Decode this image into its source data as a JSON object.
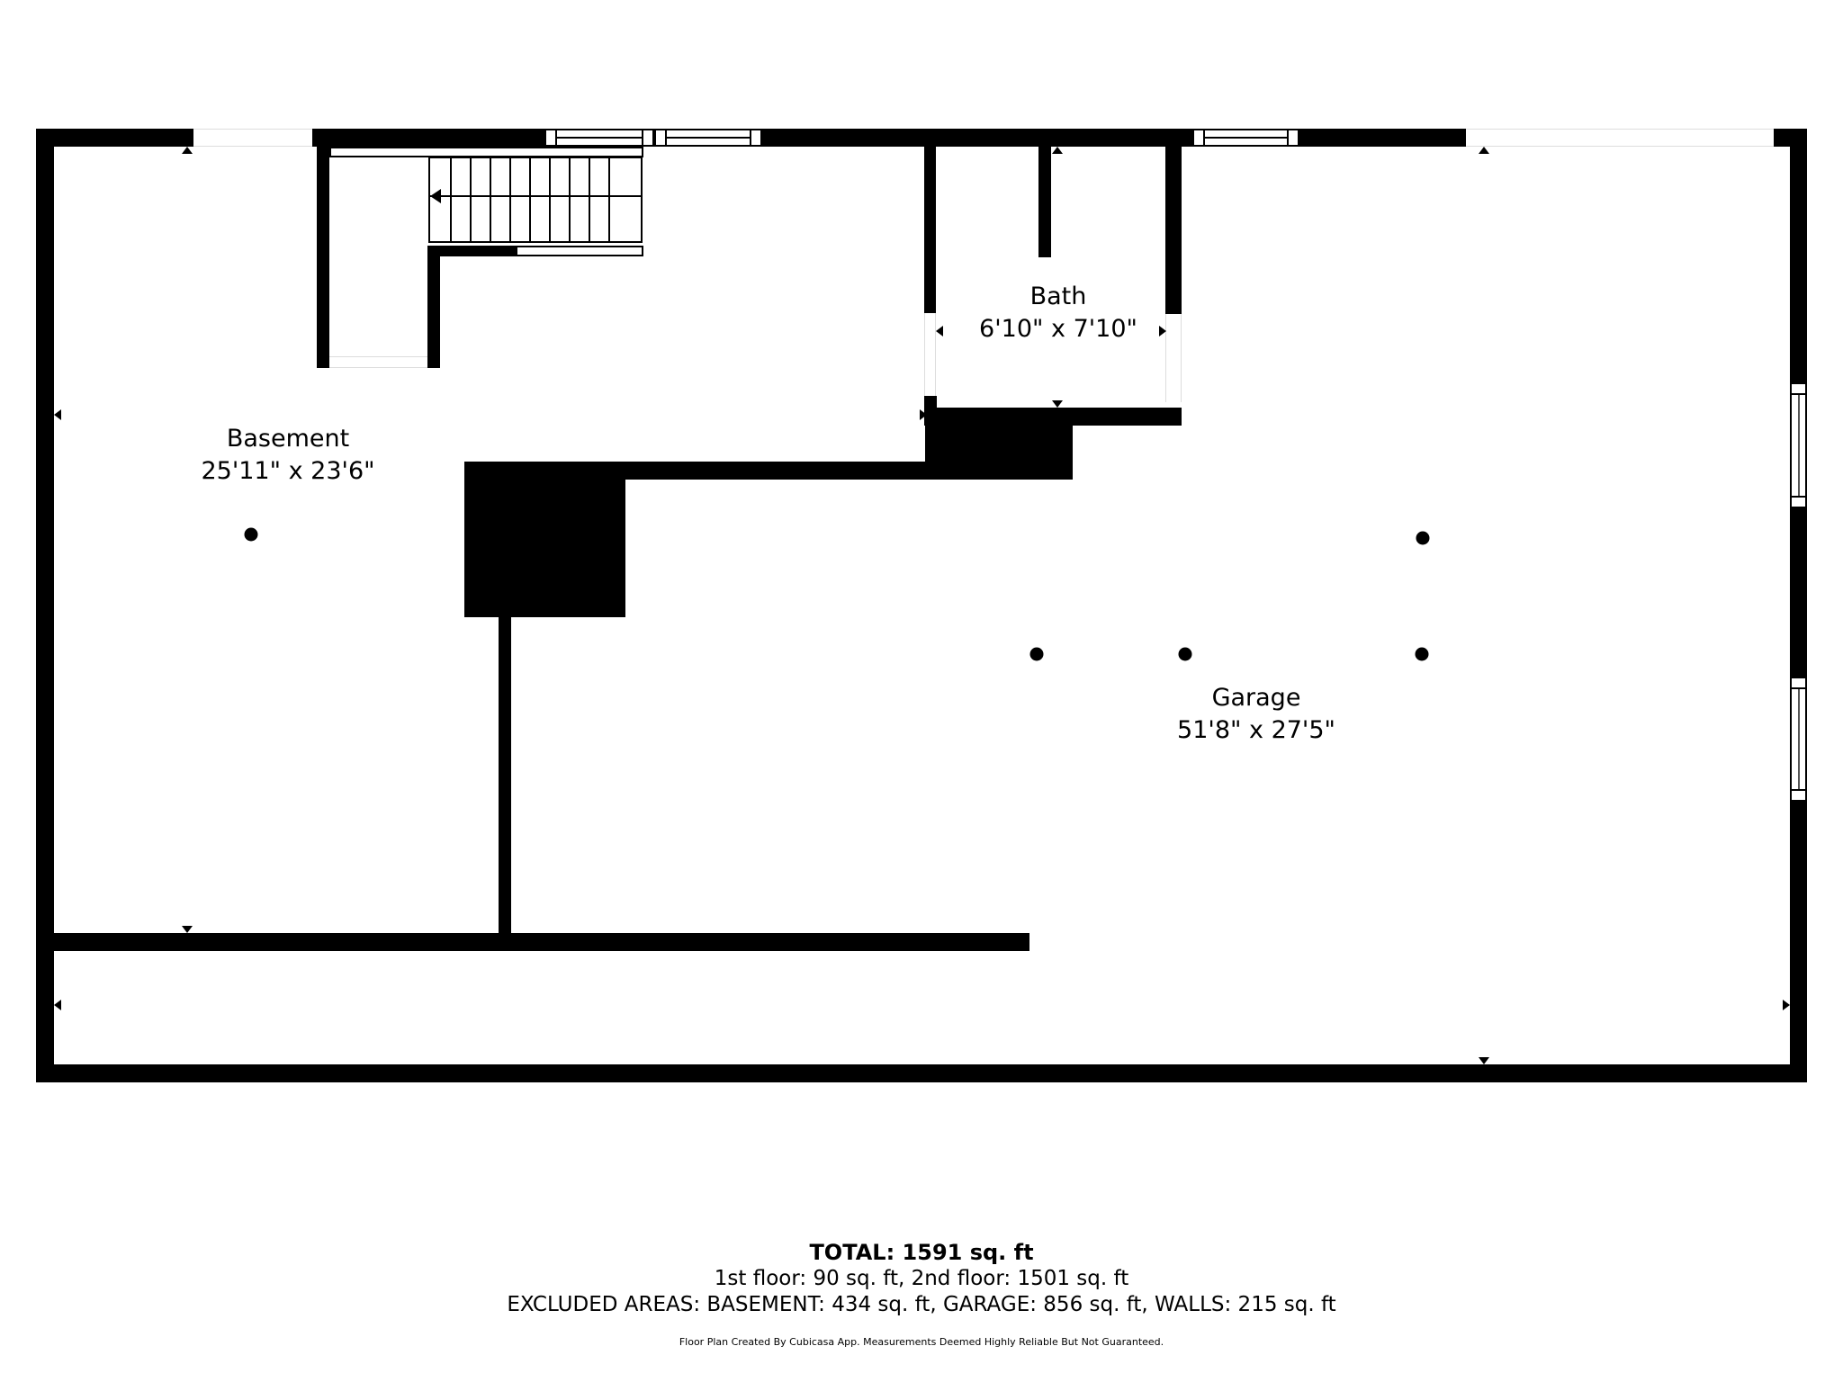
{
  "floor_plan": {
    "rooms": [
      {
        "name": "Basement",
        "dimensions": "25'11\" x 23'6\""
      },
      {
        "name": "Bath",
        "dimensions": "6'10\" x 7'10\""
      },
      {
        "name": "Garage",
        "dimensions": "51'8\" x 27'5\""
      }
    ],
    "stairs": {
      "direction": "left"
    }
  },
  "footer": {
    "total": "TOTAL: 1591 sq. ft",
    "floors": "1st floor: 90 sq. ft, 2nd floor: 1501 sq. ft",
    "excluded": "EXCLUDED AREAS: BASEMENT: 434 sq. ft, GARAGE: 856 sq. ft, WALLS: 215 sq. ft",
    "note": "Floor Plan Created By Cubicasa App. Measurements Deemed Highly Reliable But Not Guaranteed."
  },
  "colors": {
    "wall": "#000000",
    "background": "#ffffff"
  }
}
